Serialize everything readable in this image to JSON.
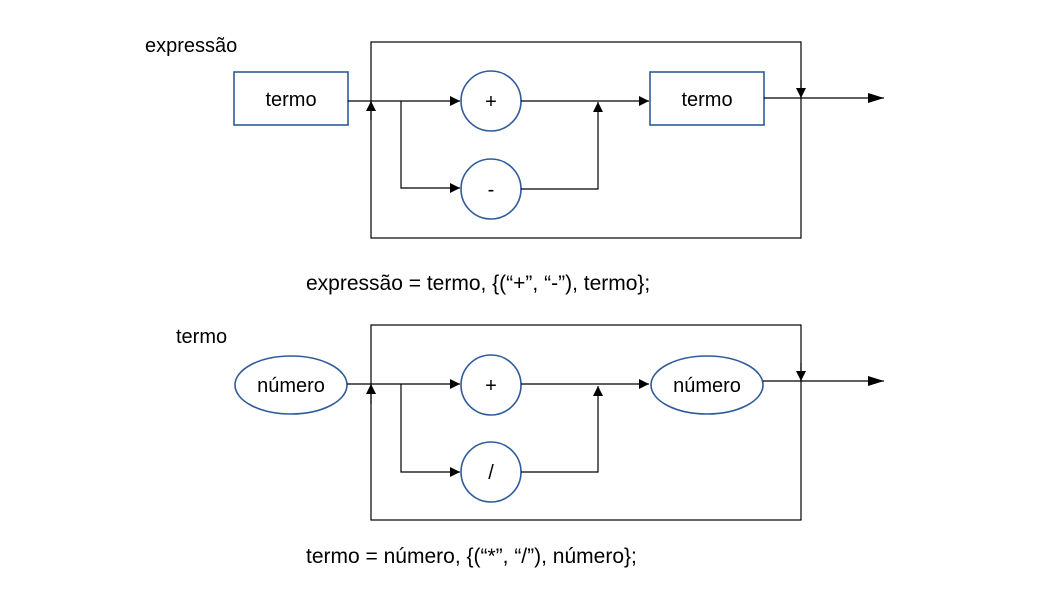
{
  "diagrams": [
    {
      "name_label": "expressão",
      "start_node": {
        "label": "termo",
        "shape": "rectangle"
      },
      "operators": [
        "+",
        "-"
      ],
      "end_node": {
        "label": "termo",
        "shape": "rectangle"
      },
      "rule": "expressão = termo, {(“+”, “-”), termo};"
    },
    {
      "name_label": "termo",
      "start_node": {
        "label": "número",
        "shape": "ellipse"
      },
      "operators": [
        "+",
        "/"
      ],
      "end_node": {
        "label": "número",
        "shape": "ellipse"
      },
      "rule": "termo = número, {(“*”, “/”), número};"
    }
  ],
  "colors": {
    "node_stroke": "#2f5b9a",
    "line": "#000000"
  }
}
